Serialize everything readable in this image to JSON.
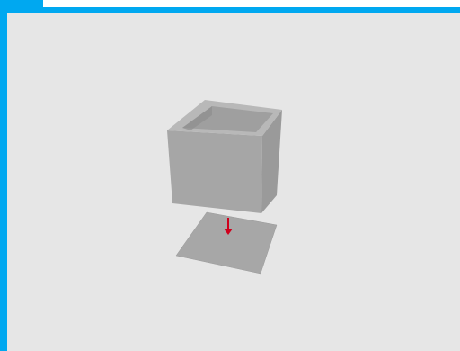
{
  "scene": {
    "objects": [
      {
        "name": "box",
        "kind": "open-top-box",
        "color": "#a3a3a3"
      },
      {
        "name": "target-plate",
        "kind": "flat-square",
        "color": "#a3a3a3"
      },
      {
        "name": "drop-arrow",
        "kind": "arrow-down",
        "color": "#d0001c"
      }
    ]
  }
}
